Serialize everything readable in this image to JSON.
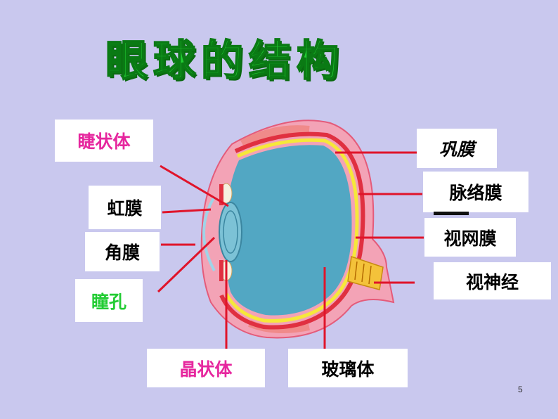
{
  "title": "眼球的结构",
  "labels": {
    "ciliary_body": "睫状体",
    "iris": "虹膜",
    "cornea": "角膜",
    "pupil": "瞳孔",
    "lens": "晶状体",
    "vitreous": "玻璃体",
    "sclera": "巩膜",
    "choroid": "脉络膜",
    "retina": "视网膜",
    "optic_nerve": "视神经"
  },
  "page_number": "5",
  "colors": {
    "background": "#c9c8ee",
    "title": "#22cc33",
    "pointer_line": "#e0142a",
    "pink_label": "#e6269e",
    "green_label": "#22cc33"
  }
}
